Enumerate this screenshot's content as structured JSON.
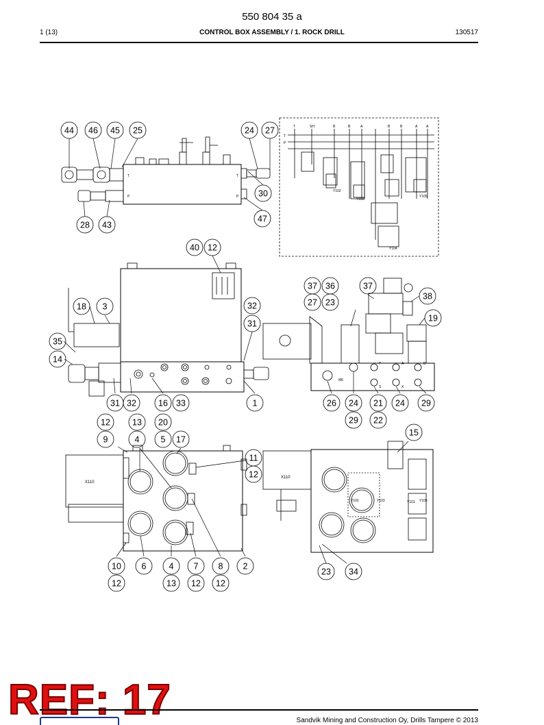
{
  "header": {
    "doc_number": "550 804 35 a",
    "page": "1 (13)",
    "title": "CONTROL BOX ASSEMBLY / 1. ROCK DRILL",
    "date_code": "130517"
  },
  "callouts": [
    "44",
    "46",
    "45",
    "25",
    "24",
    "27",
    "30",
    "47",
    "28",
    "43",
    "40",
    "12",
    "37",
    "36",
    "37",
    "27",
    "23",
    "38",
    "19",
    "18",
    "3",
    "32",
    "31",
    "35",
    "14",
    "31",
    "32",
    "16",
    "33",
    "1",
    "26",
    "24",
    "21",
    "24",
    "29",
    "29",
    "22",
    "12",
    "13",
    "20",
    "9",
    "4",
    "5",
    "17",
    "15",
    "11",
    "12",
    "10",
    "6",
    "4",
    "7",
    "8",
    "2",
    "12",
    "13",
    "12",
    "12",
    "23",
    "34"
  ],
  "schematic": {
    "ports": [
      "T",
      "SH",
      "B",
      "B",
      "A",
      "B",
      "B",
      "A",
      "A",
      "T",
      "P"
    ],
    "valves": [
      "Y102",
      "Y103",
      "Y104",
      "Y105"
    ]
  },
  "views": {
    "top_ports": [
      "T",
      "T",
      "P",
      "P"
    ],
    "block_ports": [
      "M6",
      "P",
      "A",
      "B",
      "S",
      "X"
    ],
    "box_label": "X110",
    "box_label2": "X110",
    "rear_valves": [
      "Y102",
      "Y103",
      "Y101",
      "Y105"
    ]
  },
  "stamp": {
    "text": "REF: 17"
  },
  "footer": {
    "copyright": "Sandvik Mining and Construction Oy, Drills Tampere © 2013"
  }
}
